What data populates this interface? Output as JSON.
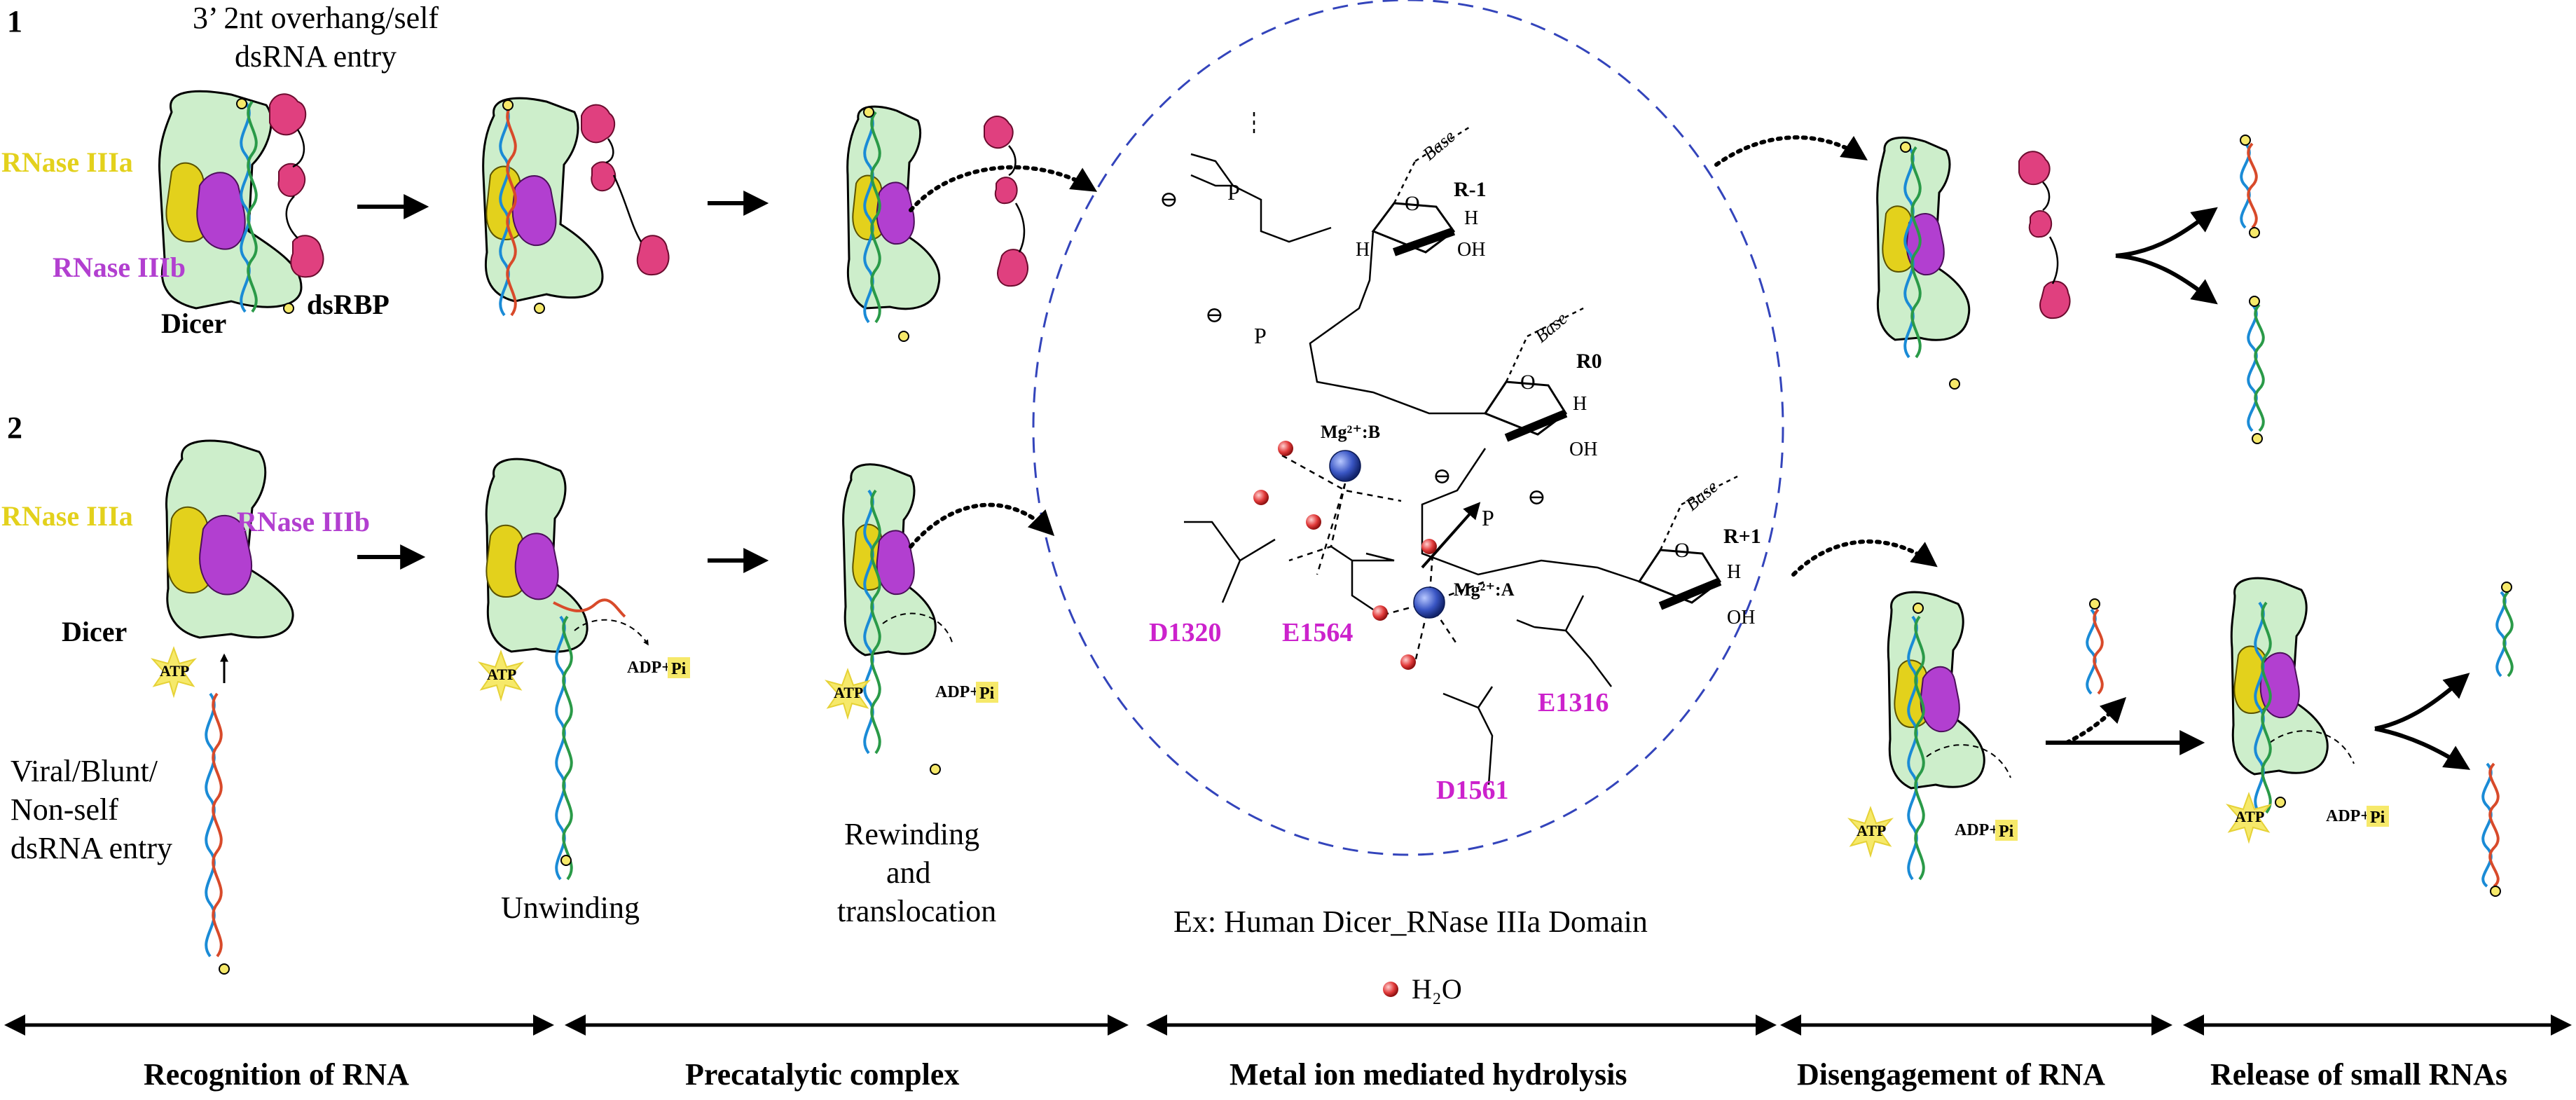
{
  "panel_labels": {
    "one": "1",
    "two": "2"
  },
  "top_entry": {
    "line1": "3’ 2nt overhang/self",
    "line2": "dsRNA entry"
  },
  "labels": {
    "rnase_a": "RNase IIIa",
    "rnase_b": "RNase IIIb",
    "dicer": "Dicer",
    "dsrbp": "dsRBP",
    "atp": "ATP",
    "adp": "ADP+",
    "pi": "Pi"
  },
  "bottom_entry": {
    "line1": "Viral/Blunt/",
    "line2": "Non-self",
    "line3": "dsRNA entry"
  },
  "captions": {
    "unwinding": "Unwinding",
    "rewinding1": "Rewinding",
    "rewinding2": "and",
    "rewinding3": "translocation",
    "domain": "Ex: Human Dicer_RNase IIIa Domain"
  },
  "chemistry": {
    "base": "Base",
    "r_minus": "R-1",
    "r_zero": "R0",
    "r_plus": "R+1",
    "h": "H",
    "oh": "OH",
    "o": "O",
    "p": "P",
    "minus": "⊖",
    "mg_b": "Mg²⁺:B",
    "mg_a": "Mg²⁺:A",
    "residues": [
      "D1320",
      "E1564",
      "E1316",
      "D1561"
    ]
  },
  "legend": {
    "water": "H₂O"
  },
  "stages": [
    "Recognition of RNA",
    "Precatalytic complex",
    "Metal ion mediated hydrolysis",
    "Disengagement of RNA",
    "Release of small RNAs"
  ],
  "colors": {
    "dicer_fill": "#cdeecb",
    "rnase_a": "#e3d11c",
    "rnase_b": "#b23fd0",
    "dsrbp": "#e0407f",
    "residue": "#cc22cc",
    "dashed_circle": "#3344bb",
    "mg": "#3a56c4",
    "water": "#e23b3b",
    "atp": "#f6e96a"
  }
}
